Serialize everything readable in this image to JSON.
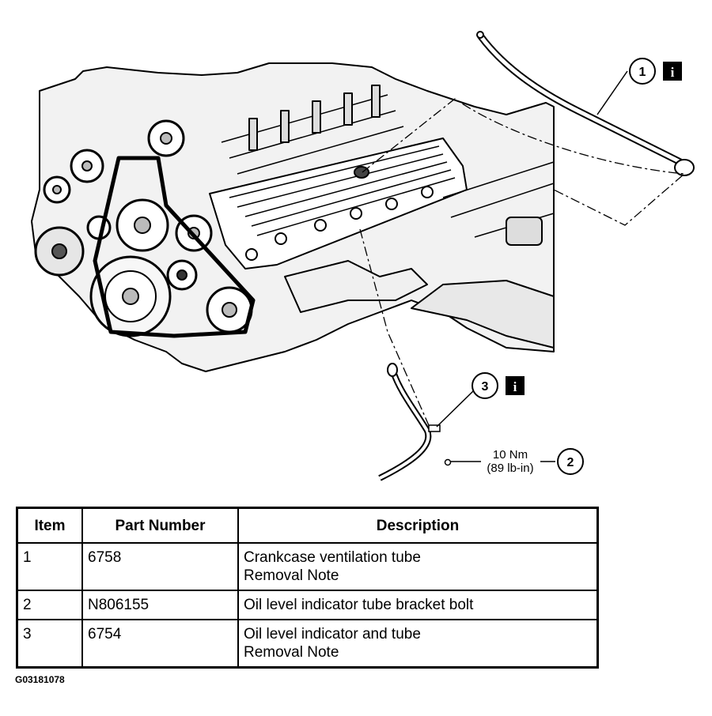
{
  "diagram": {
    "callouts": [
      {
        "number": "1",
        "info_badge": "i"
      },
      {
        "number": "2"
      },
      {
        "number": "3",
        "info_badge": "i"
      }
    ],
    "torque_spec": {
      "line1": "10 Nm",
      "line2": "(89 lb-in)"
    }
  },
  "table": {
    "headers": {
      "item": "Item",
      "part_number": "Part Number",
      "description": "Description"
    },
    "rows": [
      {
        "item": "1",
        "part_number": "6758",
        "description_line1": "Crankcase ventilation tube",
        "description_line2": "Removal Note"
      },
      {
        "item": "2",
        "part_number": "N806155",
        "description_line1": "Oil level indicator tube bracket bolt",
        "description_line2": ""
      },
      {
        "item": "3",
        "part_number": "6754",
        "description_line1": "Oil level indicator and tube",
        "description_line2": "Removal Note"
      }
    ]
  },
  "figure_code": "G03181078"
}
